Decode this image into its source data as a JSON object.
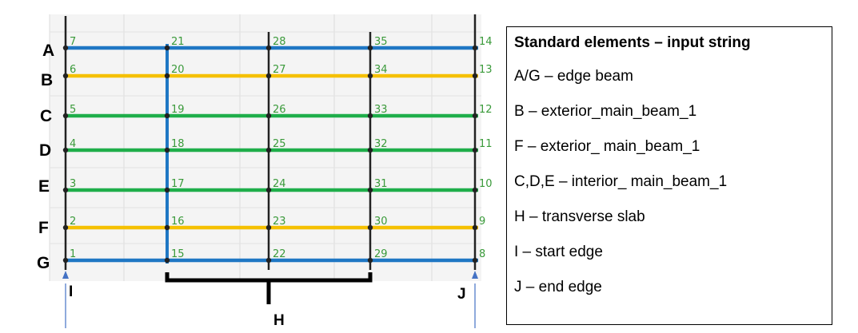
{
  "diagram": {
    "rows": [
      {
        "letter": "A",
        "color": "#1f77c4",
        "nodes": [
          "7",
          "21",
          "28",
          "35",
          "14"
        ]
      },
      {
        "letter": "B",
        "color": "#f5c000",
        "nodes": [
          "6",
          "20",
          "27",
          "34",
          "13"
        ]
      },
      {
        "letter": "C",
        "color": "#1fae4a",
        "nodes": [
          "5",
          "19",
          "26",
          "33",
          "12"
        ]
      },
      {
        "letter": "D",
        "color": "#1fae4a",
        "nodes": [
          "4",
          "18",
          "25",
          "32",
          "11"
        ]
      },
      {
        "letter": "E",
        "color": "#1fae4a",
        "nodes": [
          "3",
          "17",
          "24",
          "31",
          "10"
        ]
      },
      {
        "letter": "F",
        "color": "#f5c000",
        "nodes": [
          "2",
          "16",
          "23",
          "30",
          "9"
        ]
      },
      {
        "letter": "G",
        "color": "#1f77c4",
        "nodes": [
          "1",
          "15",
          "22",
          "29",
          "8"
        ]
      }
    ],
    "markers": {
      "start": "I",
      "end": "J",
      "transverse": "H"
    }
  },
  "legend": {
    "title": "Standard elements – input string",
    "entries": [
      "A/G – edge beam",
      "B – exterior_main_beam_1",
      "F – exterior_ main_beam_1",
      "C,D,E – interior_ main_beam_1",
      "H – transverse slab",
      "I – start edge",
      "J – end edge"
    ]
  }
}
